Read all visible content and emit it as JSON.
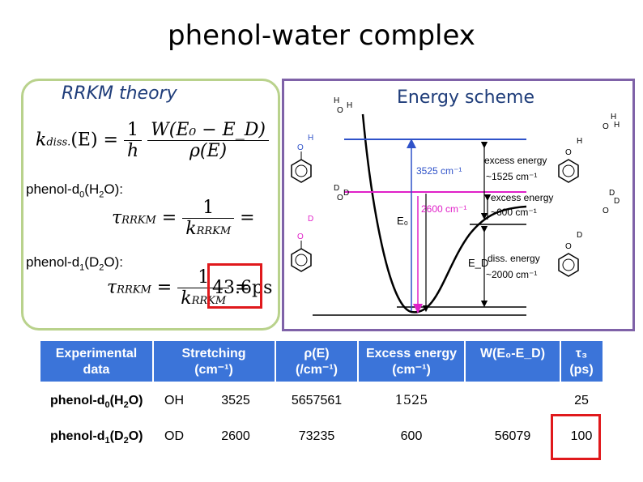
{
  "slide": {
    "title": "phenol-water complex"
  },
  "rrkm": {
    "title": "RRKM theory",
    "formula_k": "k",
    "formula_k_sub": "diss.",
    "formula_arg": "(E) =",
    "formula_one": "1",
    "formula_h": "h",
    "formula_num": "W(E₀ − E_D)",
    "formula_den": "ρ(E)",
    "iso1_label": "phenol-d",
    "iso1_sub": "0",
    "iso1_rest": "(H",
    "iso1_sub2": "2",
    "iso1_end": "O):",
    "iso2_label": "phenol-d",
    "iso2_sub": "1",
    "iso2_rest": "(D",
    "iso2_sub2": "2",
    "iso2_end": "O):",
    "tau": "τ",
    "tau_sub": "RRKM",
    "eq": "=",
    "k_rrkm": "k",
    "k_rrkm_sub": "RRKM",
    "result": "43.6ps"
  },
  "energy": {
    "title": "Energy scheme",
    "excess1_line1": "excess energy",
    "excess1_line2": "~1525 cm⁻¹",
    "excess2_line1": "excess energy",
    "excess2_line2": "~600 cm⁻¹",
    "diss_line1": "diss. energy",
    "diss_line2": "~2000 cm⁻¹",
    "level1": "3525 cm⁻¹",
    "level2": "2600 cm⁻¹",
    "e0": "E₀",
    "ed": "E_D",
    "atom_h": "H",
    "atom_o": "O",
    "atom_d": "D",
    "colors": {
      "blue": "#2f52c9",
      "magenta": "#e020c8"
    }
  },
  "table": {
    "headers": {
      "experimental": [
        "Experimental",
        "data"
      ],
      "stretching": [
        "Stretching",
        "(cm⁻¹)"
      ],
      "rho": [
        "ρ(E)",
        "(/cm⁻¹)"
      ],
      "excess": [
        "Excess energy",
        "(cm⁻¹)"
      ],
      "w": [
        "W(E₀-E_D)",
        ""
      ],
      "tau": [
        "τ₃",
        "(ps)"
      ]
    },
    "rows": [
      {
        "label": "phenol-d",
        "sub": "0",
        "solvent": "(H",
        "sub2": "2",
        "end": "O)",
        "mode": "OH",
        "freq": "3525",
        "rho": "5657561",
        "excess": "1525",
        "w": "",
        "tau": "25"
      },
      {
        "label": "phenol-d",
        "sub": "1",
        "solvent": "(D",
        "sub2": "2",
        "end": "O)",
        "mode": "OD",
        "freq": "2600",
        "rho": "73235",
        "excess": "600",
        "w": "56079",
        "tau": "100"
      }
    ],
    "header_color": "#3b74d9"
  }
}
